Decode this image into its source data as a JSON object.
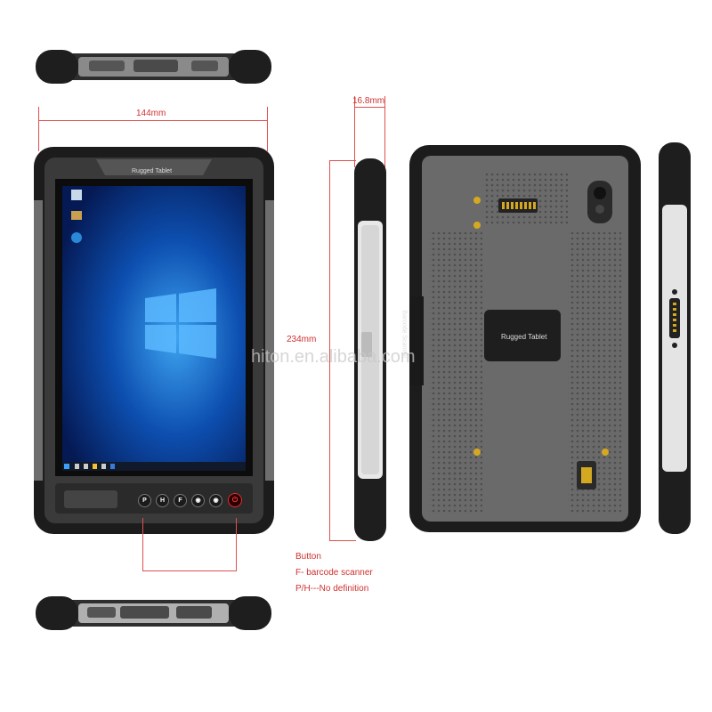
{
  "front": {
    "width_label": "144mm",
    "height_label": "234mm",
    "brand_label": "Rugged Tablet",
    "buttons": [
      "P",
      "H",
      "F",
      "◉",
      "◉"
    ],
    "power_label": "⏻"
  },
  "side": {
    "thickness_label": "16.8mm"
  },
  "back": {
    "brand_label": "Rugged Tablet",
    "scanner_label": "Barcode Scanner"
  },
  "legend": {
    "lines": [
      "Button",
      "F- barcode scanner",
      "P/H---No definition"
    ]
  },
  "watermark": "hiton.en.alibaba.com"
}
